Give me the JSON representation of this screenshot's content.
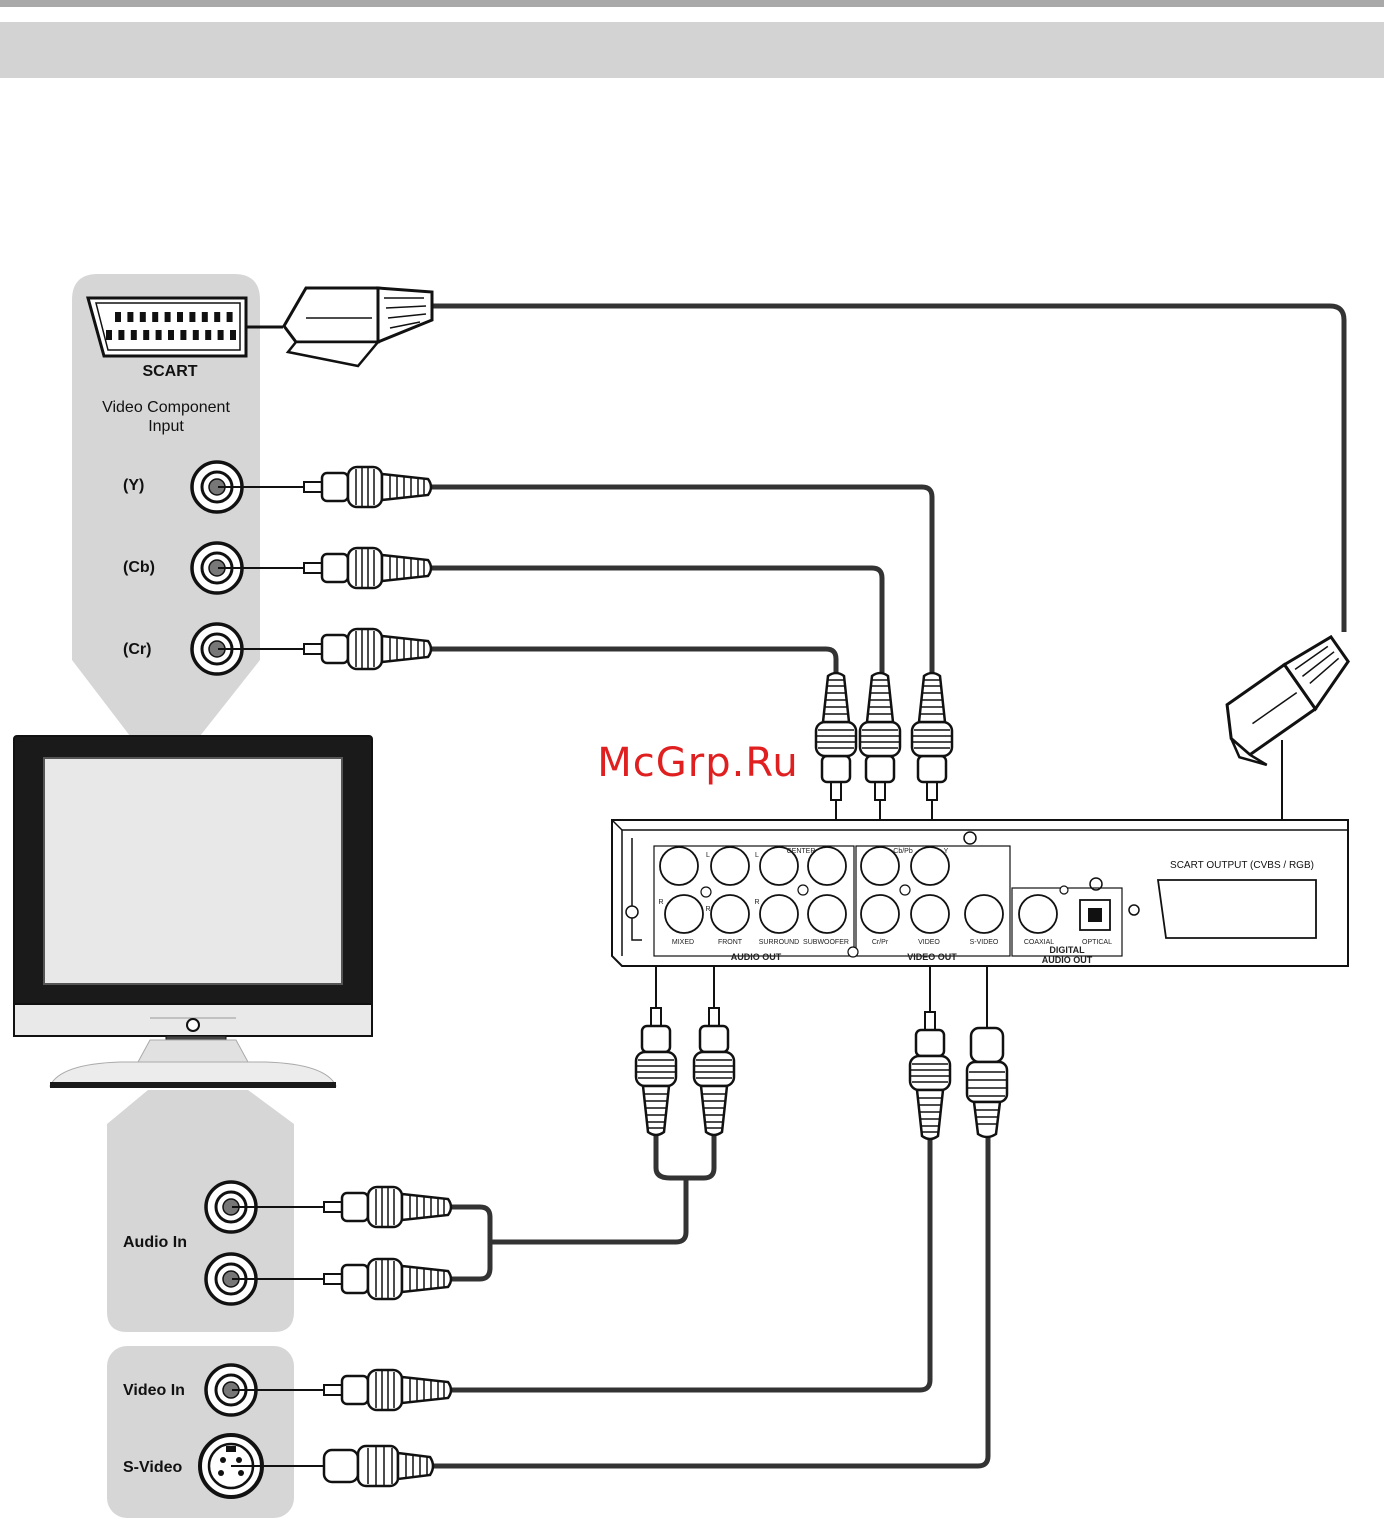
{
  "watermark": "McGrp.Ru",
  "tv_panel": {
    "scart_label": "SCART",
    "component_title_line1": "Video Component",
    "component_title_line2": "Input",
    "y_label": "(Y)",
    "cb_label": "(Cb)",
    "cr_label": "(Cr)",
    "audio_in_label": "Audio In",
    "video_in_label": "Video In",
    "svideo_label": "S-Video"
  },
  "player_panel": {
    "scart_output_label": "SCART OUTPUT (CVBS / RGB)",
    "audio_out_label": "AUDIO OUT",
    "video_out_label": "VIDEO OUT",
    "digital_audio_out_line1": "DIGITAL",
    "digital_audio_out_line2": "AUDIO OUT",
    "jack_mixed": "MIXED",
    "jack_front": "FRONT",
    "jack_surround": "SURROUND",
    "jack_subwoofer": "SUBWOOFER",
    "jack_crpr": "Cr/Pr",
    "jack_cbpb": "Cb/Pb",
    "jack_y": "Y",
    "jack_video": "VIDEO",
    "jack_svideo": "S-VIDEO",
    "jack_coaxial": "COAXIAL",
    "jack_optical": "OPTICAL",
    "jack_center": "CENTER",
    "mark_l": "L",
    "mark_r": "R"
  }
}
